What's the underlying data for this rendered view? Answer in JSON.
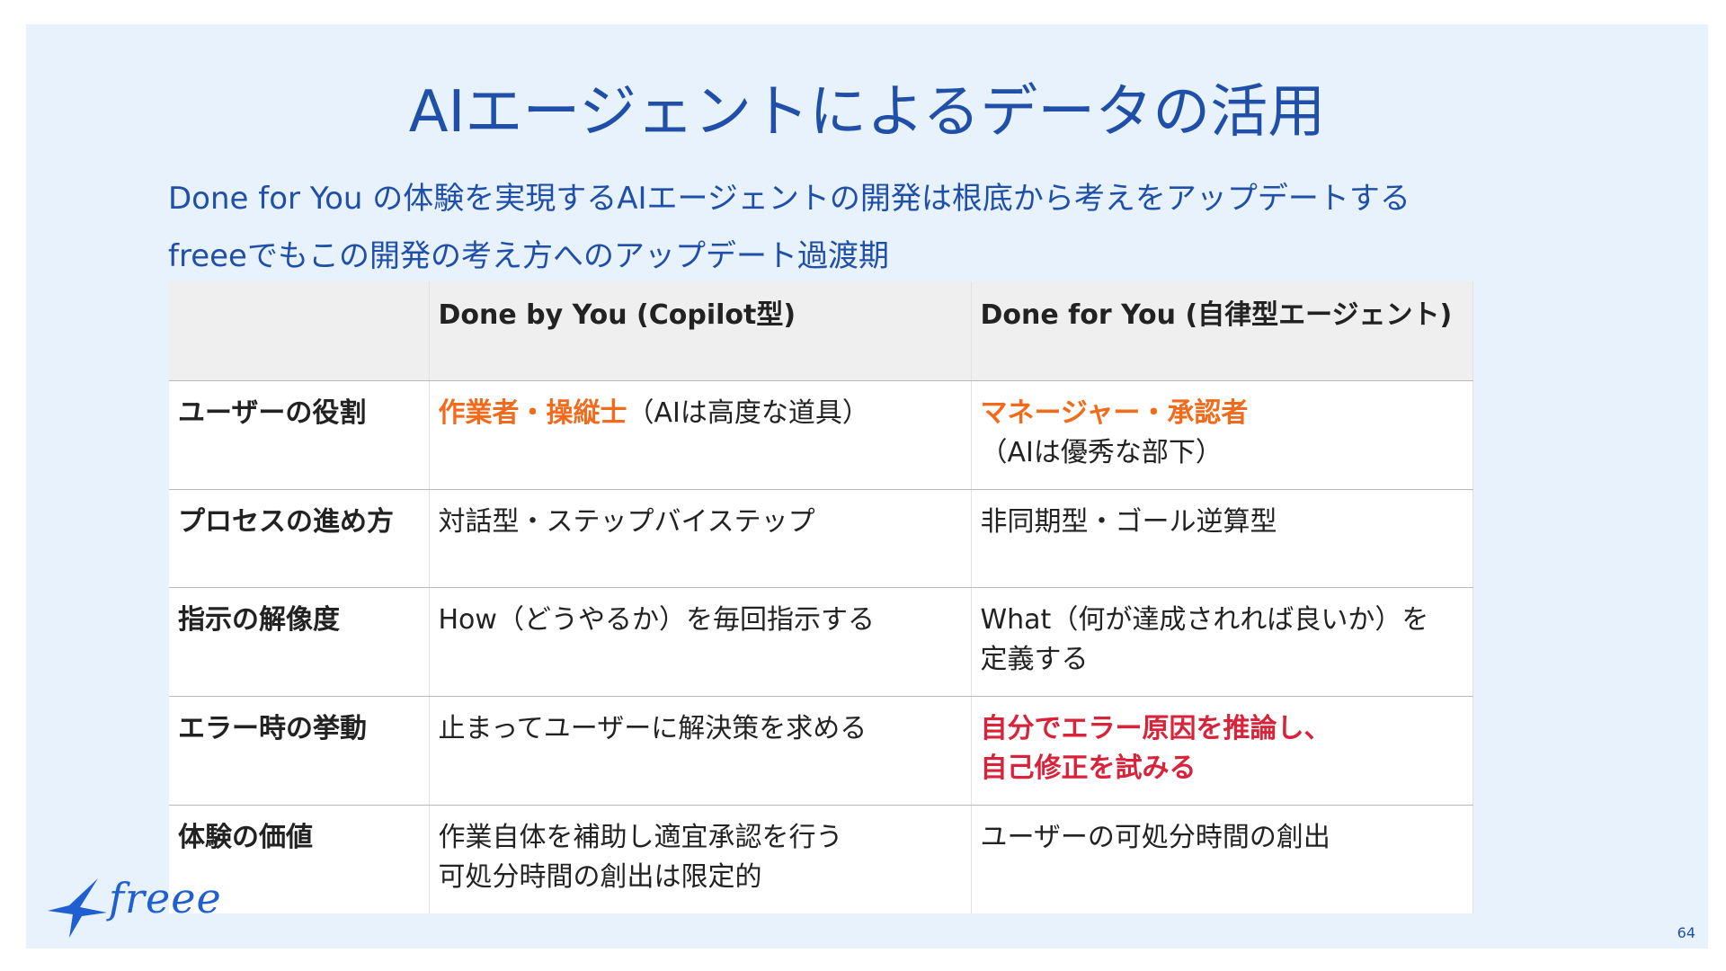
{
  "slide": {
    "title": "AIエージェントによるデータの活用",
    "subtitle_lines": [
      "Done for You の体験を実現するAIエージェントの開発は根底から考えをアップデートする",
      "freeeでもこの開発の考え方へのアップデート過渡期"
    ],
    "page_number": "64",
    "logo_text": "freee"
  },
  "table": {
    "headers": [
      "",
      "Done by You (Copilot型)",
      "Done for You (自律型エージェント)"
    ],
    "rows": [
      {
        "label": "ユーザーの役割",
        "by_you": {
          "highlight": "作業者・操縦士",
          "rest": "（AIは高度な道具）"
        },
        "for_you": {
          "highlight": "マネージャー・承認者",
          "rest": "（AIは優秀な部下）"
        }
      },
      {
        "label": "プロセスの進め方",
        "by_you": "対話型・ステップバイステップ",
        "for_you": "非同期型・ゴール逆算型"
      },
      {
        "label": "指示の解像度",
        "by_you": "How（どうやるか）を毎回指示する",
        "for_you": [
          "What（何が達成されれば良いか）を",
          "定義する"
        ]
      },
      {
        "label": "エラー時の挙動",
        "by_you": "止まってユーザーに解決策を求める",
        "for_you": [
          "自分でエラー原因を推論し、",
          "自己修正を試みる"
        ]
      },
      {
        "label": "体験の価値",
        "by_you": [
          "作業自体を補助し適宜承認を行う",
          "可処分時間の創出は限定的"
        ],
        "for_you": "ユーザーの可処分時間の創出"
      }
    ]
  },
  "colors": {
    "background": "#e8f2fc",
    "title": "#1f4fa8",
    "highlight_orange": "#f26a1b",
    "highlight_red": "#d9233a",
    "logo": "#1f5fd1"
  },
  "icons": {
    "logo_bird": "bird-icon"
  }
}
